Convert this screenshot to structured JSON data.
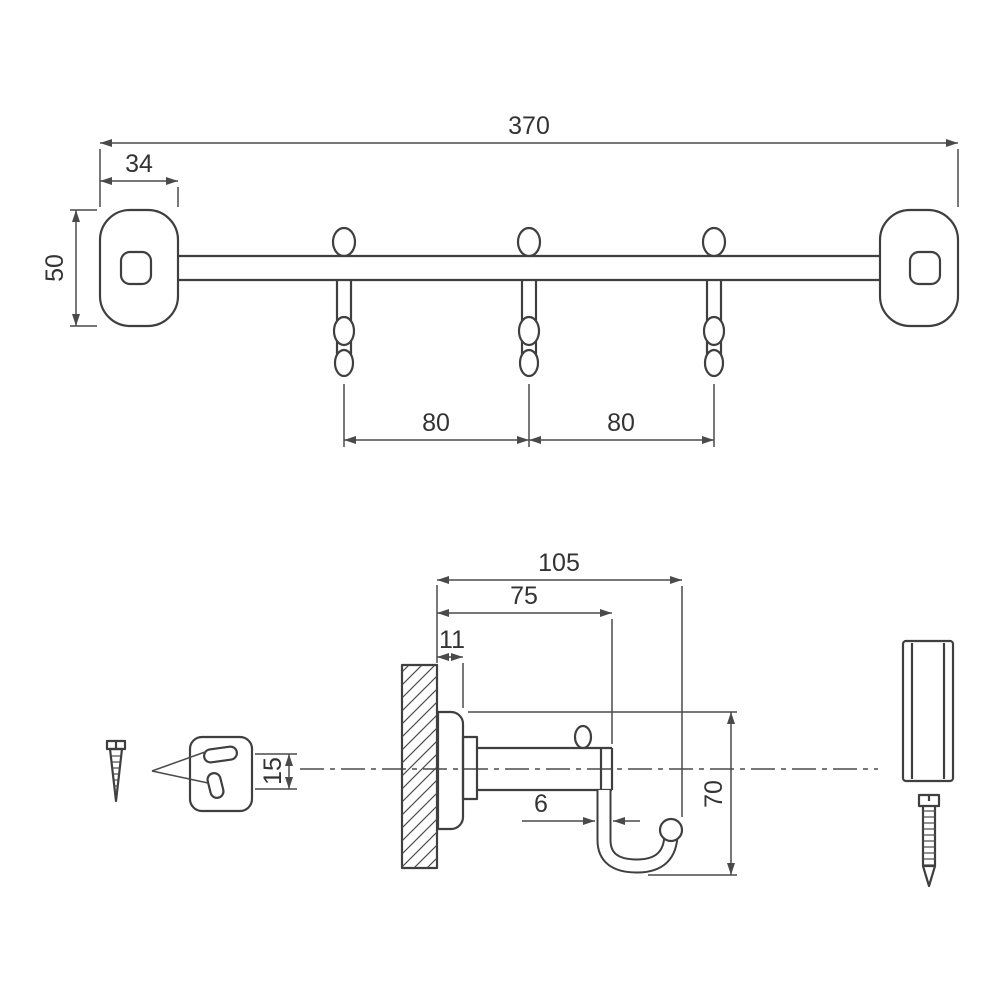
{
  "drawing": {
    "title": "Wall hook rail technical drawing",
    "colors": {
      "line": "#3f3f3f",
      "dim": "#4a4a4a",
      "text": "#333333",
      "background": "#ffffff"
    },
    "top_view": {
      "dims": {
        "total_width": "370",
        "endplate_width": "34",
        "endplate_height": "50",
        "hook_spacing_left": "80",
        "hook_spacing_right": "80"
      }
    },
    "side_view": {
      "dims": {
        "total_depth": "105",
        "arm_length": "75",
        "plate_thickness": "11",
        "hook_wire": "6",
        "total_height": "70",
        "slot_height": "15"
      }
    }
  }
}
